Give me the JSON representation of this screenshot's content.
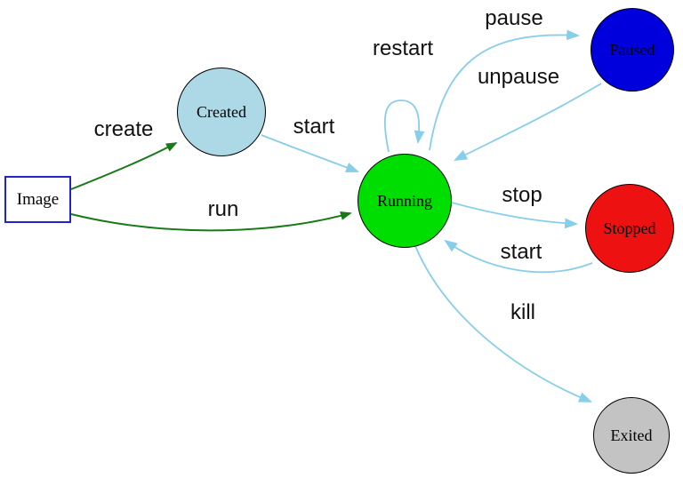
{
  "diagram": {
    "title": "container-lifecycle-state-diagram",
    "nodes": [
      {
        "id": "image",
        "label": "Image",
        "shape": "rectangle",
        "fill": "#ffffff",
        "border": "#2323cc"
      },
      {
        "id": "created",
        "label": "Created",
        "shape": "circle",
        "fill": "#add8e6",
        "border": "#000000"
      },
      {
        "id": "running",
        "label": "Running",
        "shape": "circle",
        "fill": "#00dd00",
        "border": "#000000"
      },
      {
        "id": "paused",
        "label": "Paused",
        "shape": "circle",
        "fill": "#0000dd",
        "border": "#000000"
      },
      {
        "id": "stopped",
        "label": "Stopped",
        "shape": "circle",
        "fill": "#ee1111",
        "border": "#000000"
      },
      {
        "id": "exited",
        "label": "Exited",
        "shape": "circle",
        "fill": "#c3c3c3",
        "border": "#000000"
      }
    ],
    "edges": [
      {
        "from": "image",
        "to": "created",
        "label": "create",
        "color": "#177a17"
      },
      {
        "from": "image",
        "to": "running",
        "label": "run",
        "color": "#177a17"
      },
      {
        "from": "created",
        "to": "running",
        "label": "start",
        "color": "#87ceeb"
      },
      {
        "from": "running",
        "to": "running",
        "label": "restart",
        "color": "#87ceeb"
      },
      {
        "from": "running",
        "to": "paused",
        "label": "pause",
        "color": "#87ceeb"
      },
      {
        "from": "paused",
        "to": "running",
        "label": "unpause",
        "color": "#87ceeb"
      },
      {
        "from": "running",
        "to": "stopped",
        "label": "stop",
        "color": "#87ceeb"
      },
      {
        "from": "stopped",
        "to": "running",
        "label": "start",
        "color": "#87ceeb"
      },
      {
        "from": "running",
        "to": "exited",
        "label": "kill",
        "color": "#87ceeb"
      }
    ]
  }
}
